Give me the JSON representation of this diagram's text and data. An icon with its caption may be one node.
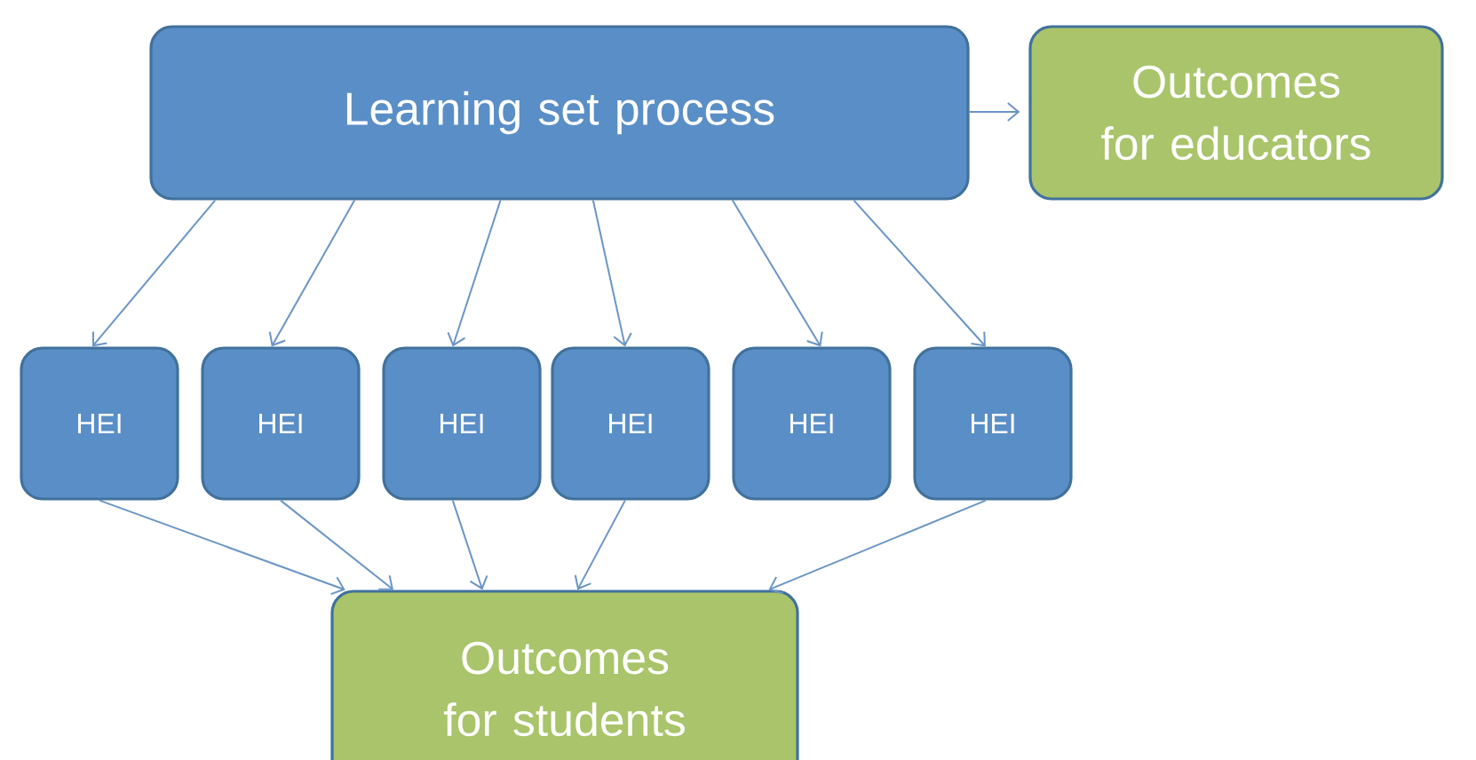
{
  "diagram": {
    "nodes": [
      {
        "text": [
          "Learning set process"
        ]
      },
      {
        "text": [
          "Outcomes for educators"
        ]
      },
      {
        "text": [
          "HEI"
        ]
      },
      {
        "text": [
          "HEI"
        ]
      },
      {
        "text": [
          "HEI"
        ]
      },
      {
        "text": [
          "HEI"
        ]
      },
      {
        "text": [
          "HEI"
        ]
      },
      {
        "text": [
          "HEI"
        ]
      },
      {
        "text": [
          "Outcomes for students"
        ]
      }
    ],
    "edges": [
      {
        "from": 0,
        "to": 1,
        "arrow": "to"
      },
      {
        "from": 0,
        "to": 2,
        "arrow": "to"
      },
      {
        "from": 0,
        "to": 3,
        "arrow": "to"
      },
      {
        "from": 0,
        "to": 4,
        "arrow": "to"
      },
      {
        "from": 0,
        "to": 5,
        "arrow": "to"
      },
      {
        "from": 0,
        "to": 6,
        "arrow": "to"
      },
      {
        "from": 0,
        "to": 7,
        "arrow": "to"
      },
      {
        "from": 2,
        "to": 8,
        "arrow": "to"
      },
      {
        "from": 3,
        "to": 8,
        "arrow": "to"
      },
      {
        "from": 4,
        "to": 8,
        "arrow": "to"
      },
      {
        "from": 5,
        "to": 8,
        "arrow": "to"
      },
      {
        "from": 7,
        "to": 8,
        "arrow": "to"
      }
    ]
  }
}
